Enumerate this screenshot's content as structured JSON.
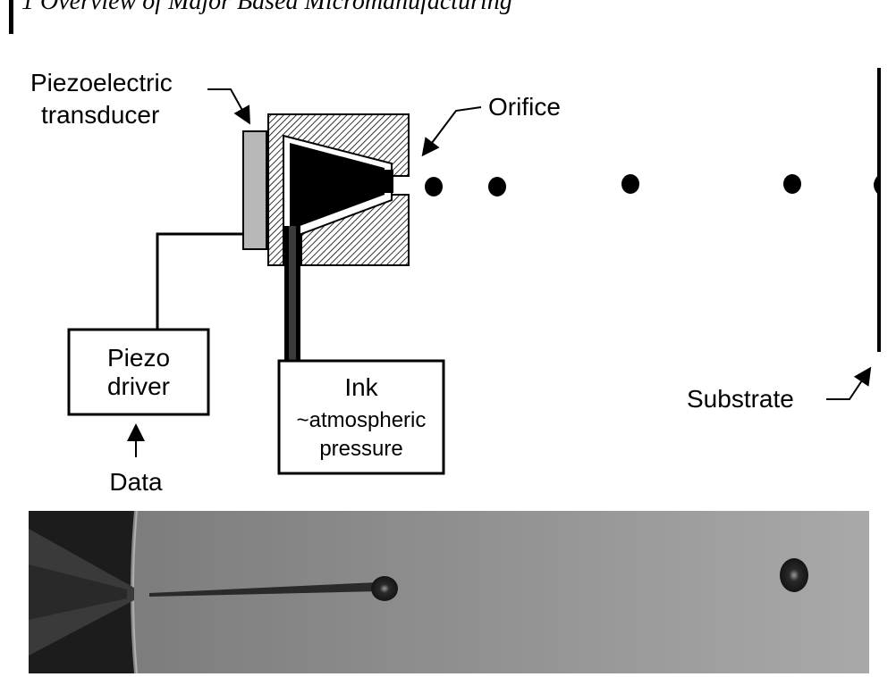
{
  "header": {
    "text": "1 Overview of Major Based Micromanufacturing"
  },
  "labels": {
    "piezo_line1": "Piezoelectric",
    "piezo_line2": "transducer",
    "orifice": "Orifice",
    "piezo_driver_line1": "Piezo",
    "piezo_driver_line2": "driver",
    "data": "Data",
    "ink_line1": "Ink",
    "ink_line2": "~atmospheric",
    "ink_line3": "pressure",
    "substrate": "Substrate"
  },
  "colors": {
    "ink": "#000000",
    "transducer": "#b8b8b8",
    "photo_dark": "#1c1c1c",
    "photo_mid": "#7a7a7a",
    "photo_light": "#a9a9a9"
  }
}
